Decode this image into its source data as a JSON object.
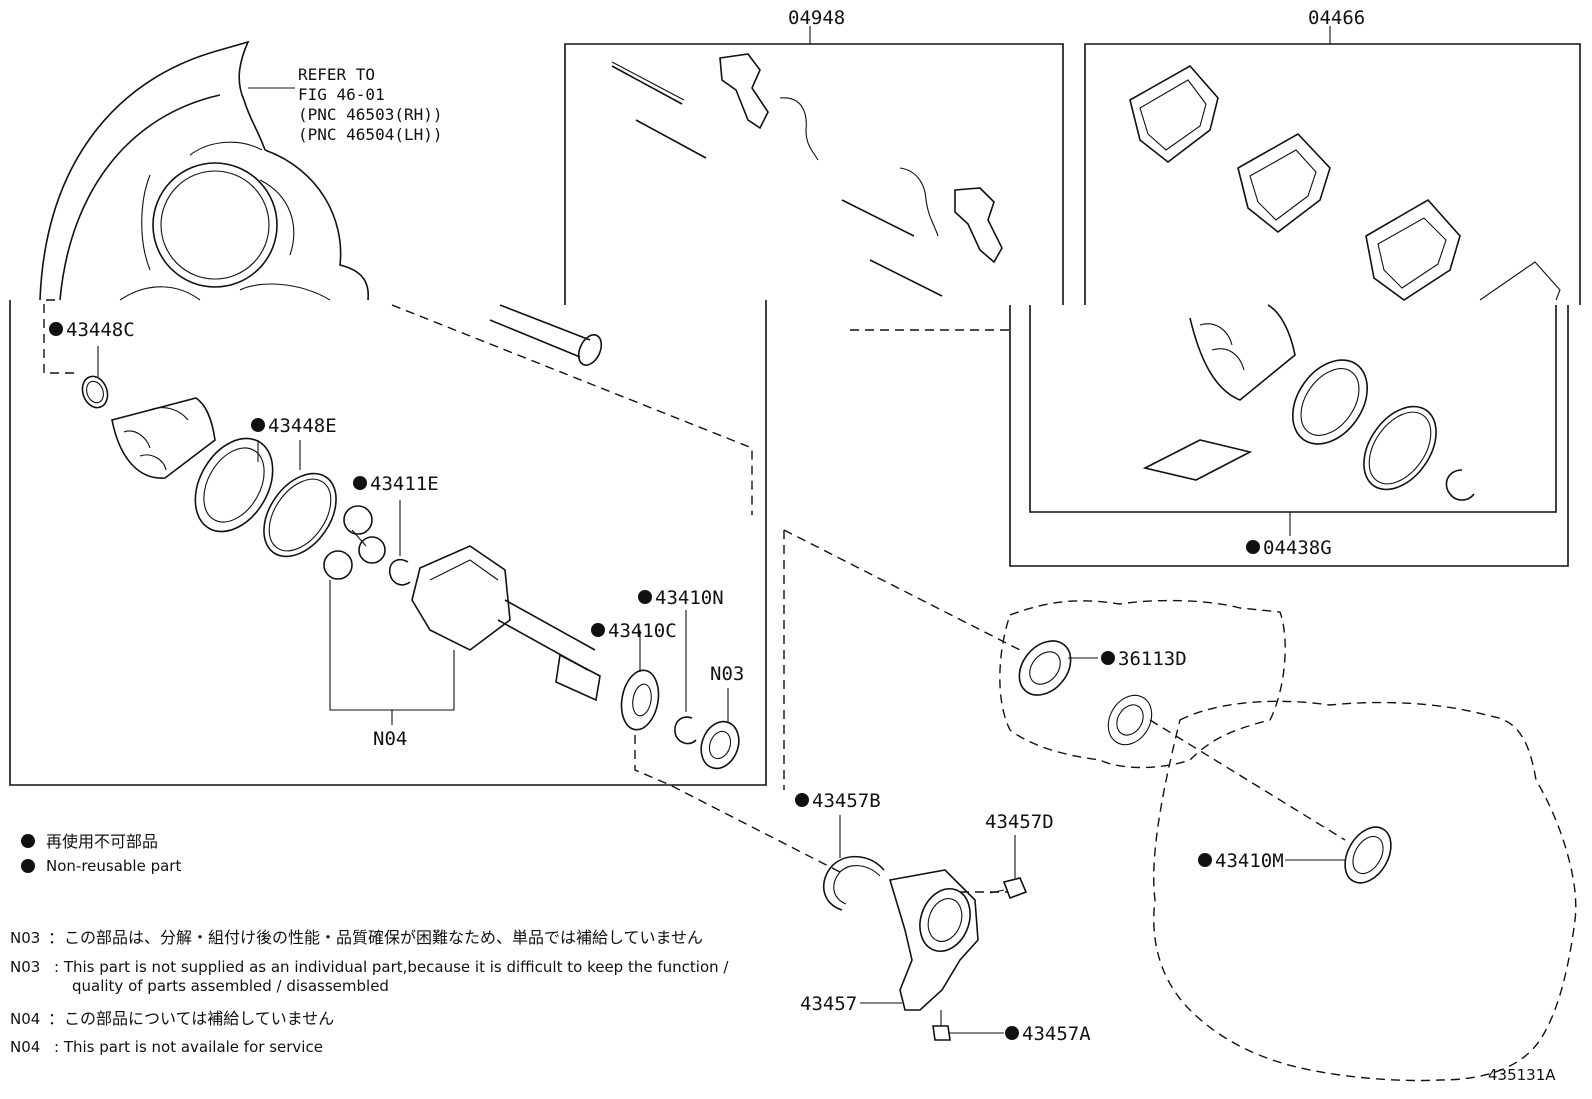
{
  "kits": {
    "top_left_code": "04948",
    "top_right_code": "04466",
    "boot_kit_code": "04438G"
  },
  "refer_note": {
    "line1": "REFER TO",
    "line2": "FIG 46-01",
    "line3": "(PNC 46503(RH))",
    "line4": "(PNC 46504(LH))"
  },
  "parts": {
    "p43448C": "43448C",
    "p43448E": "43448E",
    "p43411E": "43411E",
    "p43410N": "43410N",
    "p43410C": "43410C",
    "pN03": "N03",
    "pN04": "N04",
    "p36113D": "36113D",
    "p43457B": "43457B",
    "p43457D": "43457D",
    "p43457": "43457",
    "p43457A": "43457A",
    "p43410M": "43410M"
  },
  "legend": {
    "jp": "再使用不可部品",
    "en": "Non-reusable part"
  },
  "notes": {
    "n03_jp_code": "N03",
    "n03_jp_text": "：この部品は、分解・組付け後の性能・品質確保が困難なため、単品では補給していません",
    "n03_en_code": "N03",
    "n03_en_text1": ":  This part is not supplied as an individual part,because it is difficult to keep the function /",
    "n03_en_text2": "quality of parts assembled / disassembled",
    "n04_jp_code": "N04",
    "n04_jp_text": "：この部品については補給していません",
    "n04_en_code": "N04",
    "n04_en_text": ":  This part is not availale for service"
  },
  "figure_id": "435131A"
}
